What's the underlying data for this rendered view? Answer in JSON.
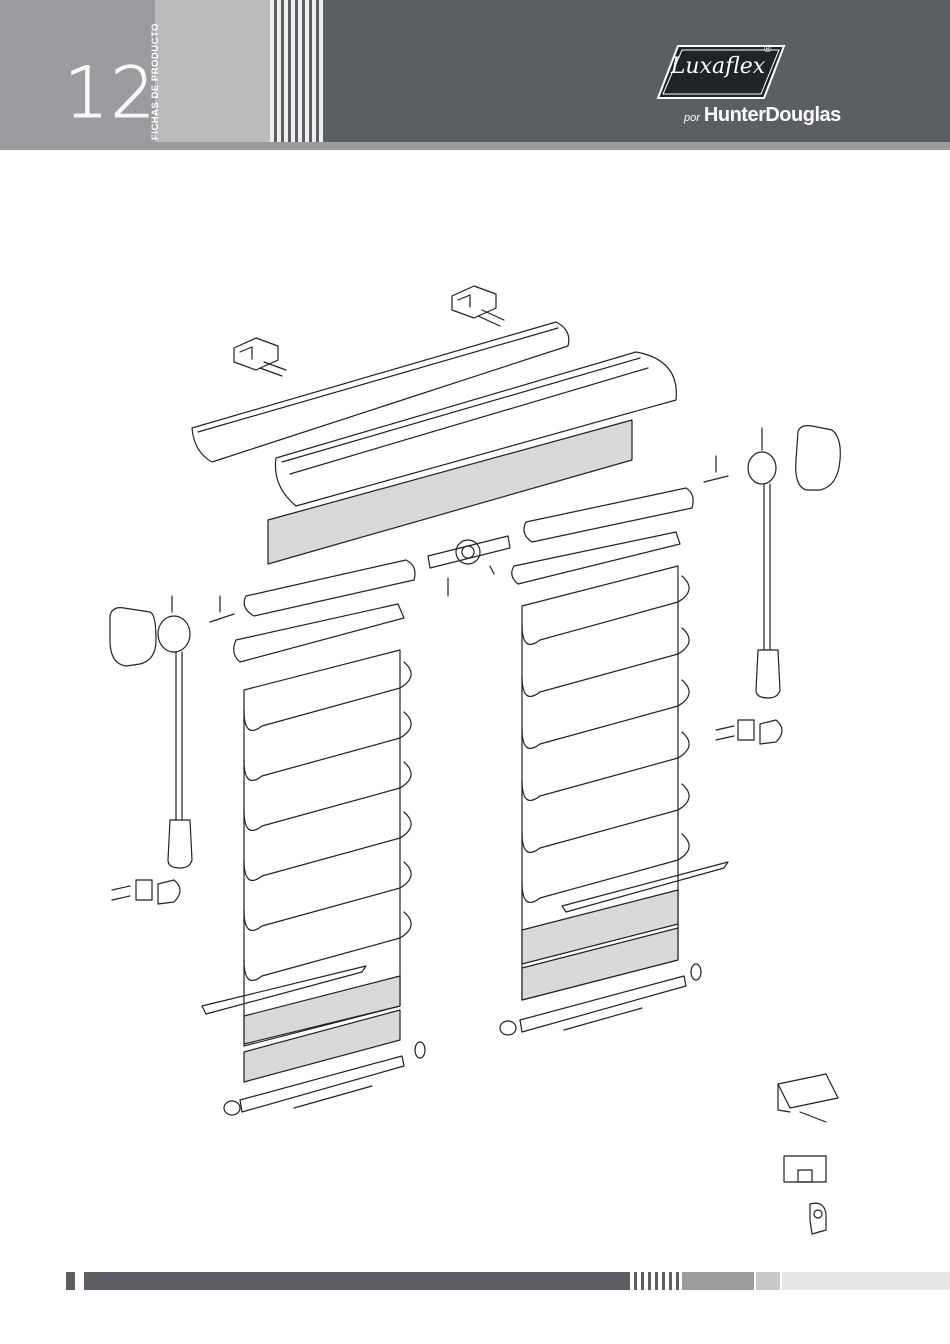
{
  "header": {
    "page_number": "12",
    "section_label": "FICHAS DE PRODUCTO",
    "logo": {
      "wordmark": "Luxaflex",
      "registered": "®",
      "tagline_prefix": "por",
      "tagline_brand": "HunterDouglas"
    }
  },
  "colors": {
    "header_dark": "#5b5f63",
    "header_mid": "#9a9c9f",
    "header_light": "#b9bbbd",
    "line": "#222222",
    "fabric_shade": "#d9d9d9"
  },
  "icons": [
    "luxaflex-logo-icon",
    "bracket-icon",
    "screw-icon",
    "end-cap-icon",
    "chain-operator-icon",
    "coupler-icon"
  ]
}
